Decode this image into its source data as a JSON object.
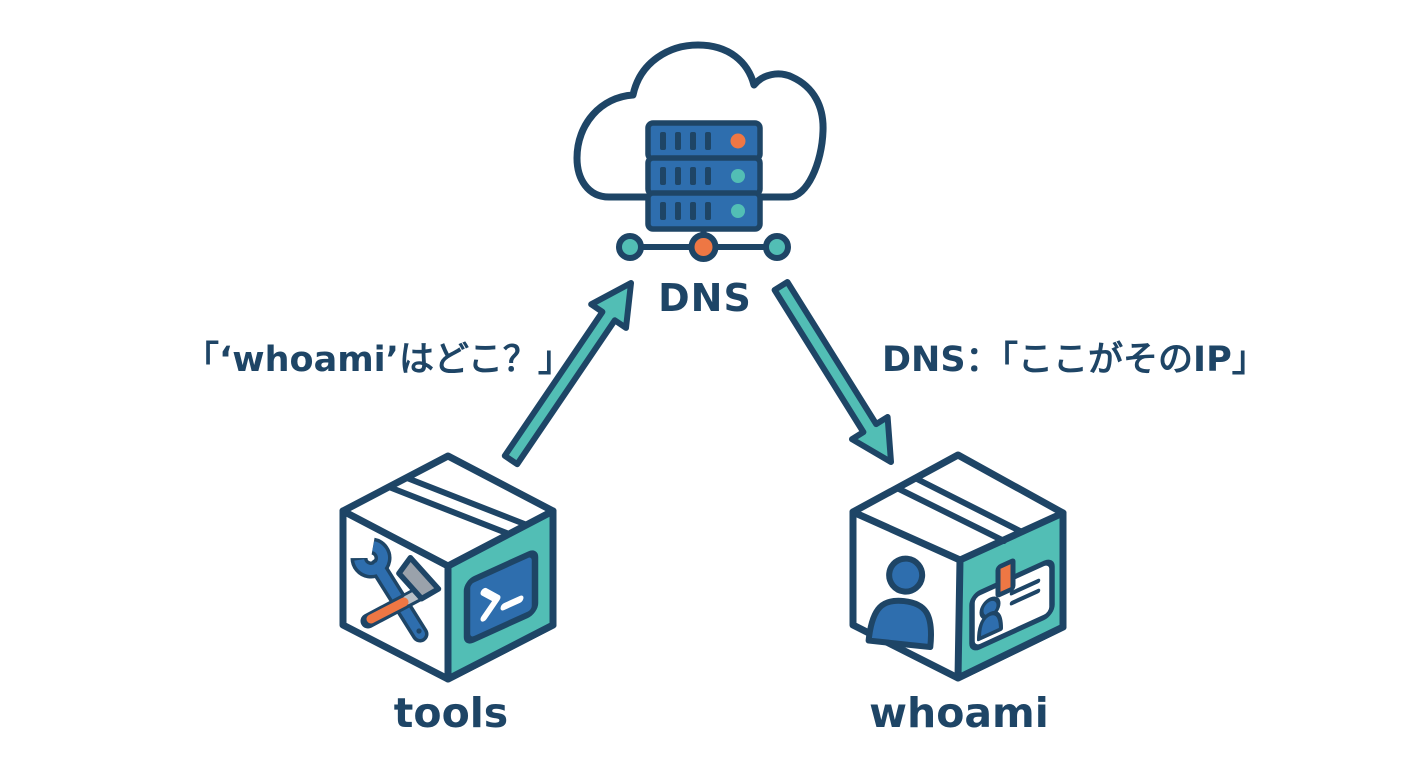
{
  "diagram": {
    "dns_label": "DNS",
    "query_label": "「‘whoami’はどこ？」",
    "response_label": "DNS：「ここがそのIP」",
    "tools_label": "tools",
    "whoami_label": "whoami",
    "icons": {
      "dns": "cloud-server-icon",
      "query": "arrow-up-right-icon",
      "response": "arrow-down-right-icon",
      "tools": "package-box-with-wrench-hammer-terminal-icon",
      "whoami": "package-box-with-person-id-card-icon"
    },
    "colors": {
      "navy": "#1E4566",
      "teal": "#52BEB5",
      "blue": "#2E6EAE",
      "orange": "#EE7744",
      "gray": "#9AA2AB",
      "background": "#FFFFFF"
    }
  }
}
